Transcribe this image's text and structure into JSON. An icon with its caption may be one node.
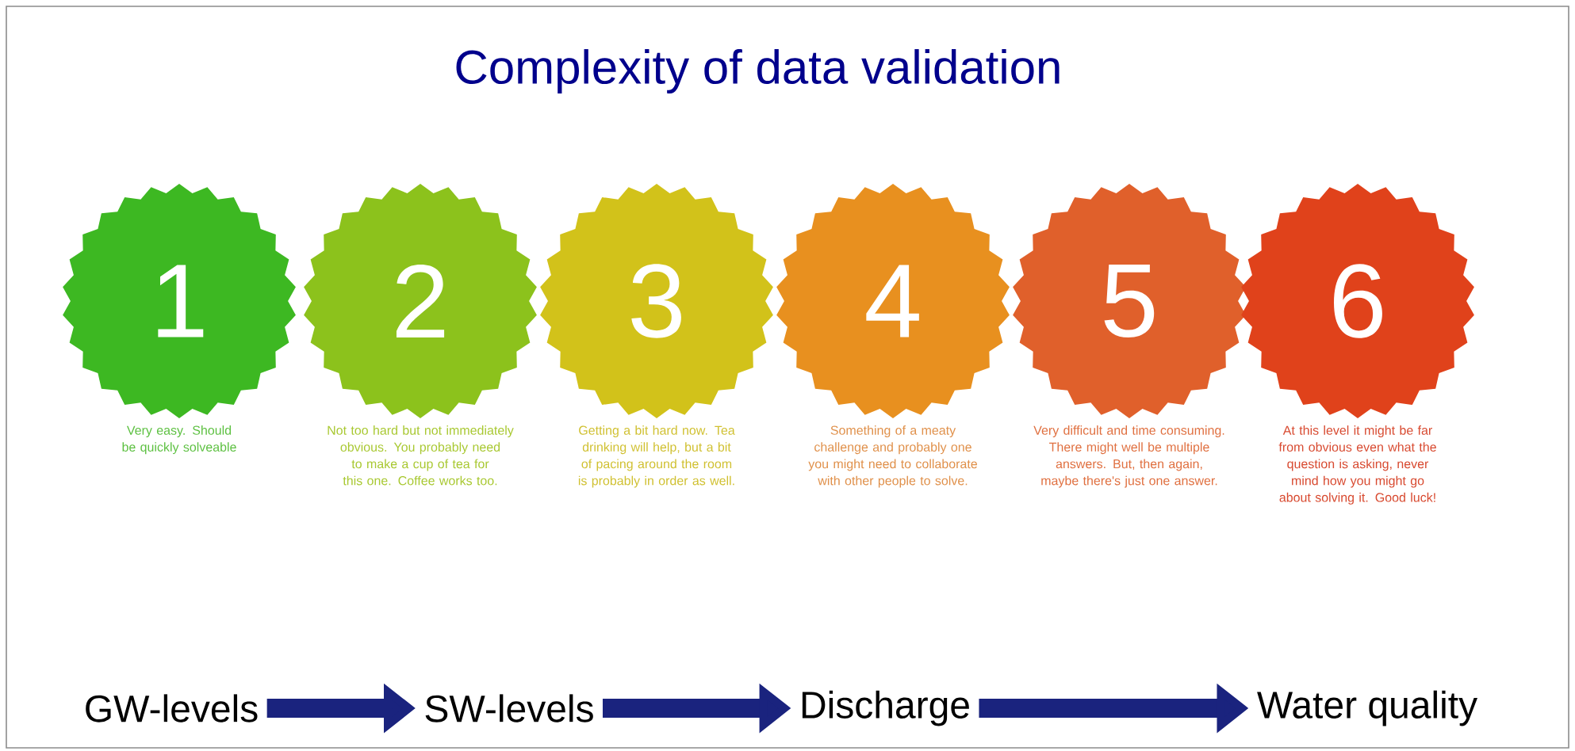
{
  "diagram": {
    "title": "Complexity of data validation",
    "nodes": [
      {
        "text": [
          "1"
        ],
        "beside": [
          "Very easy. Should be quickly solveable"
        ]
      },
      {
        "text": [
          "2"
        ],
        "beside": [
          "Not too hard but not immediately obvious. You probably need to make a cup of tea for this one. Coffee works too."
        ]
      },
      {
        "text": [
          "3"
        ],
        "beside": [
          "Getting a bit hard now. Tea drinking will help, but a bit of pacing around the room is probably in order as well."
        ]
      },
      {
        "text": [
          "4"
        ],
        "beside": [
          "Something of a meaty challenge and probably one you might need to collaborate with other people to solve."
        ]
      },
      {
        "text": [
          "5"
        ],
        "beside": [
          "Very difficult and time consuming. There might well be multiple answers. But, then again, maybe there's just one answer."
        ]
      },
      {
        "text": [
          "6"
        ],
        "beside": [
          "At this level it might be far from obvious even what the question is asking, never mind how you might go about solving it. Good luck!"
        ]
      },
      {
        "text": [
          "GW-levels"
        ]
      },
      {
        "text": [
          "SW-levels"
        ]
      },
      {
        "text": [
          "Discharge"
        ]
      },
      {
        "text": [
          "Water quality"
        ]
      }
    ],
    "edges": [
      {
        "from": 6,
        "to": 7,
        "arrow": "to"
      },
      {
        "from": 7,
        "to": 8,
        "arrow": "to"
      },
      {
        "from": 8,
        "to": 9,
        "arrow": "to"
      }
    ]
  }
}
